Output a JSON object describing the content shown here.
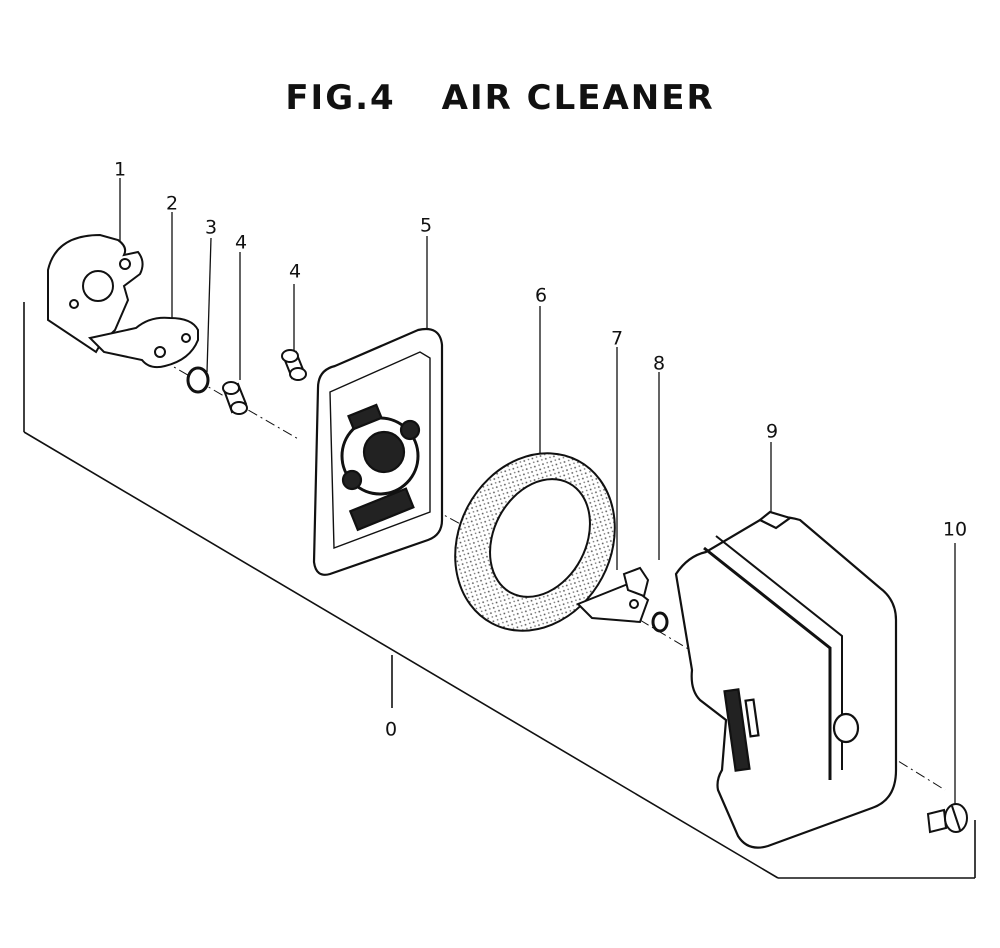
{
  "figure": {
    "title_fig": "FIG.4",
    "title_name": "AIR CLEANER"
  },
  "callouts": [
    "1",
    "2",
    "3",
    "4",
    "4",
    "5",
    "6",
    "7",
    "8",
    "9",
    "10",
    "0"
  ],
  "colors": {
    "ink": "#111111",
    "paper": "#ffffff",
    "foam": "#9a9a9a"
  }
}
